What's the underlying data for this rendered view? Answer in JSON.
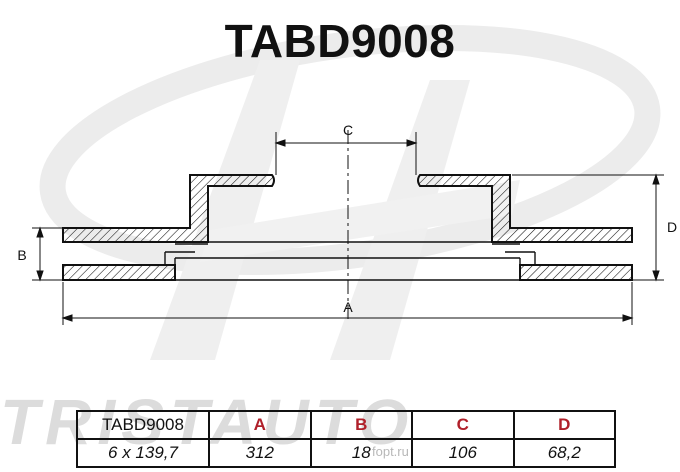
{
  "title": "TABD9008",
  "watermark": {
    "brand_text": "TRISTAUTO",
    "site_text": "fopt.ru"
  },
  "dimension_labels": {
    "a": "A",
    "b": "B",
    "c": "C",
    "d": "D"
  },
  "spec_table": {
    "header": [
      "TABD9008",
      "A",
      "B",
      "C",
      "D"
    ],
    "values": [
      "6 x 139,7",
      "312",
      "18",
      "106",
      "68,2"
    ]
  },
  "colors": {
    "outline": "#111111",
    "hatch": "#111111",
    "table_letters": "#b0202a",
    "watermark": "#dcdcdc"
  }
}
